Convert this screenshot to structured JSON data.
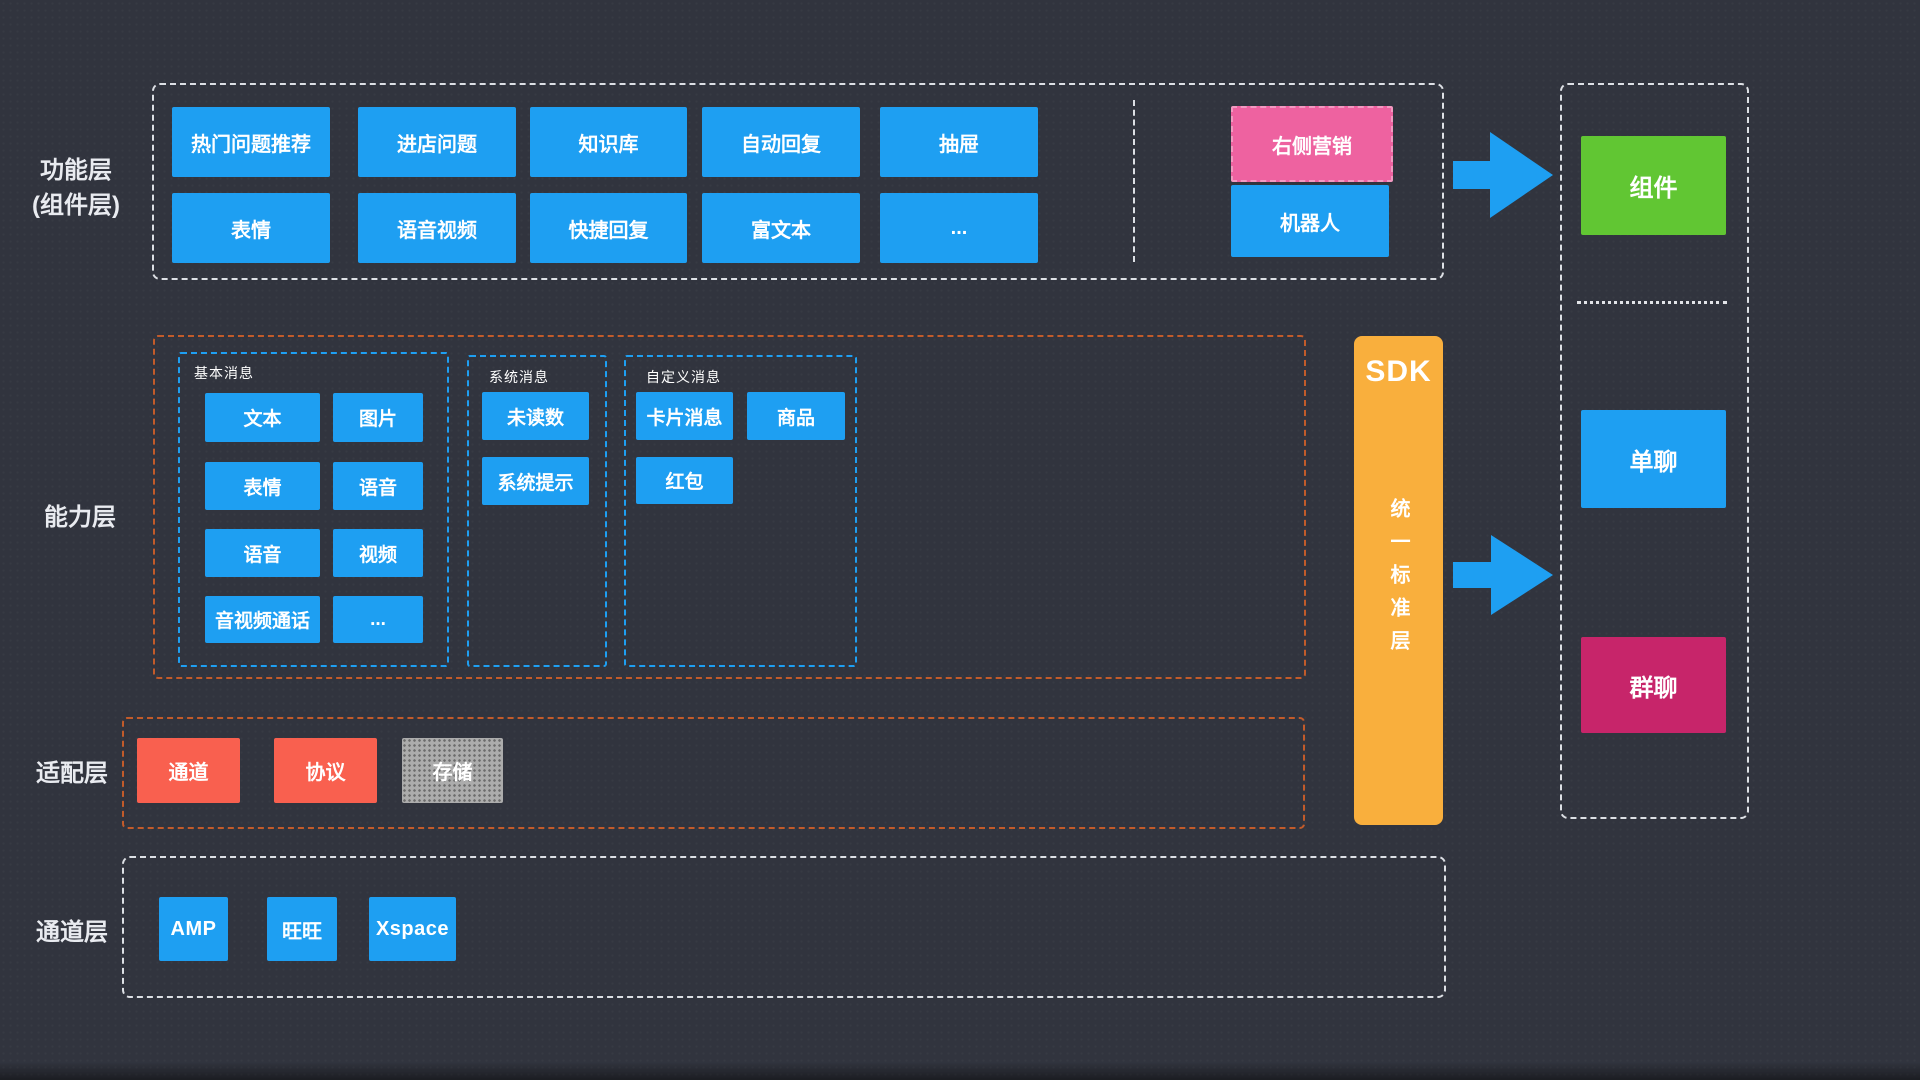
{
  "colors": {
    "background": "#31343E",
    "blue": "#1E9FF2",
    "pink": "#EE62A0",
    "green": "#61C633",
    "magenta": "#C7256A",
    "orange": "#F9AF3D",
    "red": "#F9604F",
    "gray": "#ACACAC",
    "dash_orange": "#C25B2A",
    "dash_white": "#DDE0E5",
    "dash_blue": "#1E9FF2"
  },
  "labels": {
    "function_layer_line1": "功能层",
    "function_layer_line2": "(组件层)",
    "capability_layer": "能力层",
    "adapter_layer": "适配层",
    "channel_layer": "通道层"
  },
  "function_layer": {
    "row1": [
      "热门问题推荐",
      "进店问题",
      "知识库",
      "自动回复",
      "抽屉"
    ],
    "row2": [
      "表情",
      "语音视频",
      "快捷回复",
      "富文本",
      "..."
    ],
    "marketing": "右侧营销",
    "robot": "机器人"
  },
  "capability_layer": {
    "basic_group": {
      "title": "基本消息",
      "items": [
        "文本",
        "图片",
        "表情",
        "语音",
        "语音",
        "视频",
        "音视频通话",
        "..."
      ]
    },
    "system_group": {
      "title": "系统消息",
      "items": [
        "未读数",
        "系统提示"
      ]
    },
    "custom_group": {
      "title": "自定义消息",
      "items": [
        "卡片消息",
        "商品",
        "红包"
      ]
    }
  },
  "adapter_layer": {
    "items": [
      "通道",
      "协议",
      "存储"
    ]
  },
  "channel_layer": {
    "items": [
      "AMP",
      "旺旺",
      "Xspace"
    ]
  },
  "sdk": {
    "title": "SDK",
    "subtitle": "统一标准层"
  },
  "right_panel": {
    "component": "组件",
    "single_chat": "单聊",
    "group_chat": "群聊"
  }
}
